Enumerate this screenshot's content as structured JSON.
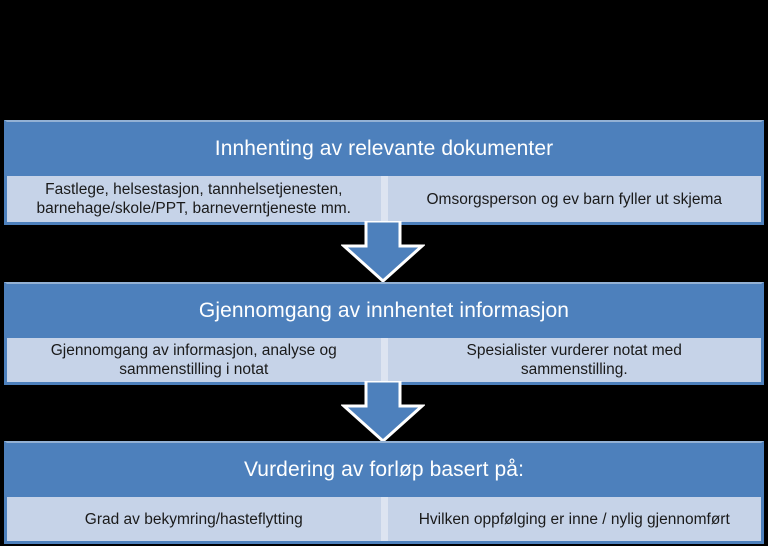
{
  "slide": {
    "background": "#000000",
    "colors": {
      "accent_blue": "#4d80bc",
      "cell_background": "#c6d3e8",
      "cell_divider": "#dde4f1",
      "header_text": "#ffffff",
      "cell_text": "#1a1a1a",
      "arrow_outline": "#ffffff"
    },
    "sections": [
      {
        "title": "Innhenting av relevante dokumenter",
        "left_cell": {
          "lines": [
            "Fastlege, helsestasjon, tannhelsetjenesten,",
            "barnehage/skole/PPT, barneverntjeneste mm."
          ]
        },
        "right_cell": {
          "lines": [
            "Omsorgsperson og ev barn fyller ut skjema"
          ]
        }
      },
      {
        "title": "Gjennomgang av innhentet informasjon",
        "left_cell": {
          "lines": [
            "Gjennomgang av informasjon, analyse og",
            "sammenstilling i notat"
          ]
        },
        "right_cell": {
          "lines": [
            "Spesialister vurderer notat med",
            "sammenstilling."
          ]
        }
      },
      {
        "title": "Vurdering av forløp basert på:",
        "left_cell": {
          "lines": [
            "Grad av bekymring/hasteflytting"
          ]
        },
        "right_cell": {
          "lines": [
            "Hvilken oppfølging er inne / nylig gjennomført"
          ]
        }
      }
    ],
    "arrows": [
      {
        "name": "down-arrow"
      },
      {
        "name": "down-arrow"
      }
    ]
  }
}
